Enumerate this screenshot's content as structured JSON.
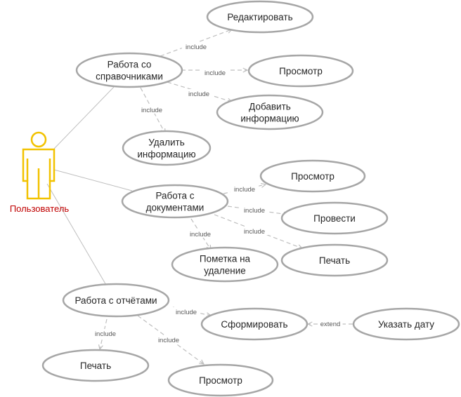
{
  "actor": {
    "name": "Пользователь",
    "color": "#f2c200",
    "label_color": "#c00000"
  },
  "use_cases": {
    "uc1": "Работа со|справочниками",
    "uc2": "Редактировать",
    "uc3": "Просмотр",
    "uc4": "Добавить|информацию",
    "uc5": "Удалить|информацию",
    "uc6": "Работа с|документами",
    "uc7": "Просмотр",
    "uc8": "Провести",
    "uc9": "Печать",
    "uc10": "Пометка на|удаление",
    "uc11": "Работа с отчётами",
    "uc12": "Сформировать",
    "uc13": "Указать дату",
    "uc14": "Печать",
    "uc15": "Просмотр"
  },
  "relations": [
    {
      "from": "uc1",
      "to": "uc2",
      "label": "include"
    },
    {
      "from": "uc1",
      "to": "uc3",
      "label": "include"
    },
    {
      "from": "uc1",
      "to": "uc4",
      "label": "include"
    },
    {
      "from": "uc1",
      "to": "uc5",
      "label": "include"
    },
    {
      "from": "uc6",
      "to": "uc7",
      "label": "include"
    },
    {
      "from": "uc6",
      "to": "uc8",
      "label": "include"
    },
    {
      "from": "uc6",
      "to": "uc9",
      "label": "include"
    },
    {
      "from": "uc6",
      "to": "uc10",
      "label": "include"
    },
    {
      "from": "uc11",
      "to": "uc12",
      "label": "include"
    },
    {
      "from": "uc11",
      "to": "uc14",
      "label": "include"
    },
    {
      "from": "uc11",
      "to": "uc15",
      "label": "include"
    },
    {
      "from": "uc13",
      "to": "uc12",
      "label": "extend"
    }
  ],
  "associations": [
    {
      "from": "actor",
      "to": "uc1"
    },
    {
      "from": "actor",
      "to": "uc6"
    },
    {
      "from": "actor",
      "to": "uc11"
    }
  ]
}
